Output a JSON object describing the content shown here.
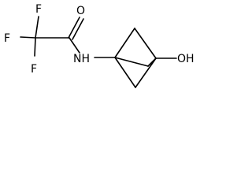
{
  "molecule": {
    "atoms": {
      "fluorine_top": "F",
      "fluorine_left": "F",
      "fluorine_bottom": "F",
      "oxygen_carbonyl": "O",
      "nitrogen_amide": "NH",
      "oxygen_hydroxyl": "OH"
    }
  },
  "colors": {
    "bond": "#000000",
    "label": "#000000",
    "background": "#ffffff"
  }
}
